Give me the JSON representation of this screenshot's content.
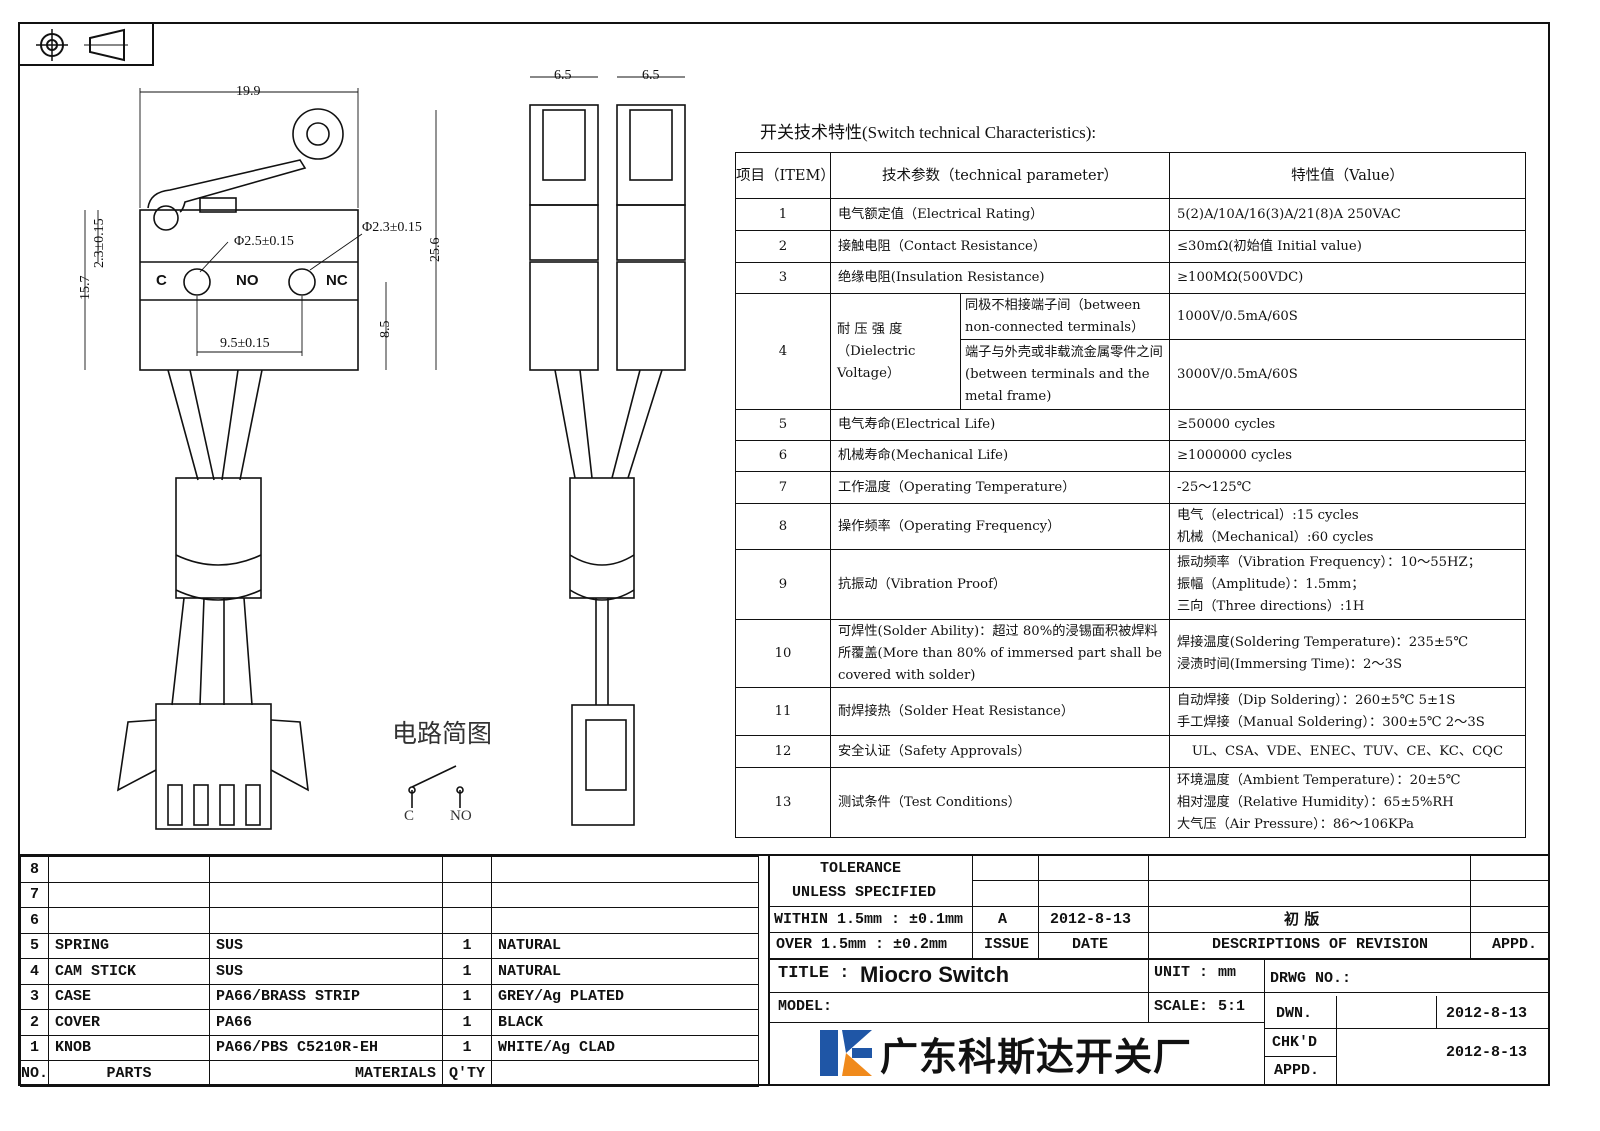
{
  "dimensions": {
    "width_top": "19.9",
    "hole_left": "Φ2.5±0.15",
    "hole_right": "Φ2.3±0.15",
    "hole_spacing": "9.5±0.15",
    "height_total": "15.7",
    "height_upper": "2.3±0.15",
    "height_full": "25.6",
    "height_lower": "8.5",
    "side_width_1": "6.5",
    "side_width_2": "6.5"
  },
  "terminals": {
    "c": "C",
    "no": "NO",
    "nc": "NC"
  },
  "circuit": {
    "title": "电路简图",
    "c": "C",
    "no": "NO"
  },
  "spec": {
    "title": "开关技术特性(Switch technical Characteristics):",
    "headers": {
      "item": "项目（ITEM）",
      "param": "技术参数（technical parameter）",
      "value": "特性值（Value）"
    },
    "rows": [
      {
        "no": "1",
        "param": "电气额定值（Electrical Rating）",
        "value": "5(2)A/10A/16(3)A/21(8)A  250VAC"
      },
      {
        "no": "2",
        "param": "接触电阻（Contact  Resistance）",
        "value": "≤30mΩ(初始值 Initial value)"
      },
      {
        "no": "3",
        "param": "绝缘电阻(Insulation Resistance)",
        "value": "≥100MΩ(500VDC)"
      },
      {
        "no": "5",
        "param": "电气寿命(Electrical Life)",
        "value": "≥50000 cycles"
      },
      {
        "no": "6",
        "param": "机械寿命(Mechanical Life)",
        "value": "≥1000000 cycles"
      },
      {
        "no": "7",
        "param": "工作温度（Operating Temperature）",
        "value": "-25～125℃"
      },
      {
        "no": "12",
        "param": "安全认证（Safety Approvals）",
        "value": "UL、CSA、VDE、ENEC、TUV、CE、KC、CQC"
      }
    ],
    "row4": {
      "no": "4",
      "label": "耐 压 强 度（Dielectric Voltage）",
      "sub1": "同极不相接端子间（between non-connected terminals）",
      "val1": "1000V/0.5mA/60S",
      "sub2": "端子与外壳或非载流金属零件之间(between terminals and the metal frame)",
      "val2": "3000V/0.5mA/60S"
    },
    "row8": {
      "no": "8",
      "param": "操作频率（Operating Frequency）",
      "v1": "电气（electrical）:15 cycles",
      "v2": "机械（Mechanical）:60 cycles"
    },
    "row9": {
      "no": "9",
      "param": "抗振动（Vibration Proof）",
      "v1": "振动频率（Vibration Frequency）：10～55HZ；",
      "v2": "振幅（Amplitude）：1.5mm；",
      "v3": "三向（Three directions）:1H"
    },
    "row10": {
      "no": "10",
      "param": "可焊性(Solder Ability)：超过 80%的浸锡面积被焊料所覆盖(More than 80% of immersed part shall be covered with solder)",
      "v1": "焊接温度(Soldering Temperature)：235±5℃",
      "v2": "浸渍时间(Immersing Time)：2～3S"
    },
    "row11": {
      "no": "11",
      "param": "耐焊接热（Solder Heat Resistance）",
      "v1": "自动焊接（Dip Soldering）：260±5℃ 5±1S",
      "v2": "手工焊接（Manual Soldering）：300±5℃ 2～3S"
    },
    "row13": {
      "no": "13",
      "param": "测试条件（Test Conditions）",
      "v1": "环境温度（Ambient Temperature）：20±5℃",
      "v2": "相对湿度（Relative Humidity）：65±5%RH",
      "v3": "大气压（Air Pressure）：86～106KPa"
    }
  },
  "bom": {
    "rows": [
      {
        "no": "8",
        "part": "",
        "material": "",
        "qty": "",
        "finish": ""
      },
      {
        "no": "7",
        "part": "",
        "material": "",
        "qty": "",
        "finish": ""
      },
      {
        "no": "6",
        "part": "",
        "material": "",
        "qty": "",
        "finish": ""
      },
      {
        "no": "5",
        "part": "SPRING",
        "material": "SUS",
        "qty": "1",
        "finish": "NATURAL"
      },
      {
        "no": "4",
        "part": "CAM STICK",
        "material": "SUS",
        "qty": "1",
        "finish": "NATURAL"
      },
      {
        "no": "3",
        "part": "CASE",
        "material": "PA66/BRASS STRIP",
        "qty": "1",
        "finish": "GREY/Ag PLATED"
      },
      {
        "no": "2",
        "part": "COVER",
        "material": "PA66",
        "qty": "1",
        "finish": "BLACK"
      },
      {
        "no": "1",
        "part": "KNOB",
        "material": "PA66/PBS C5210R-EH",
        "qty": "1",
        "finish": "WHITE/Ag CLAD"
      }
    ],
    "footer": {
      "no": "NO.",
      "parts": "PARTS",
      "materials": "MATERIALS",
      "qty": "Q'TY"
    }
  },
  "title_block": {
    "tolerance_1": "TOLERANCE",
    "tolerance_2": "UNLESS  SPECIFIED",
    "within": "WITHIN 1.5mm : ±0.1mm",
    "over": "OVER 1.5mm : ±0.2mm",
    "issue_val": "A",
    "date_val": "2012-8-13",
    "desc_val": "初  版",
    "issue": "ISSUE",
    "date": "DATE",
    "desc": "DESCRIPTIONS OF REVISION",
    "appd_hdr": "APPD.",
    "title_lbl": "TITLE :",
    "title_val": "Miocro Switch",
    "unit_lbl": "UNIT :",
    "unit_val": "mm",
    "drwg_lbl": "DRWG NO.:",
    "model_lbl": "MODEL:",
    "scale_lbl": "SCALE:",
    "scale_val": "5:1",
    "dwn_lbl": "DWN.",
    "dwn_val": "2012-8-13",
    "chkd_lbl": "CHK'D",
    "chkd_val": "2012-8-13",
    "appd_lbl": "APPD.",
    "company": "广东科斯达开关厂"
  },
  "colors": {
    "logo_blue": "#1f56a6",
    "logo_orange": "#f08a1c"
  }
}
